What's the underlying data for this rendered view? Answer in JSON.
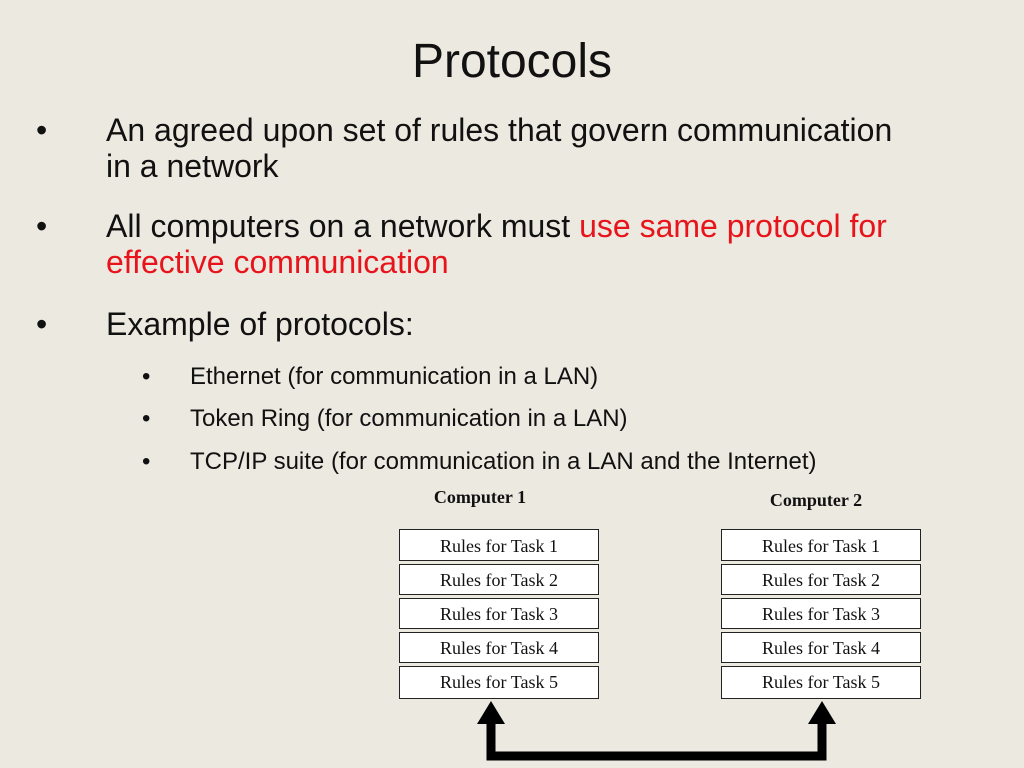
{
  "slide": {
    "title": "Protocols",
    "bullets": [
      {
        "text": "An agreed upon set of rules that govern communication in a network"
      },
      {
        "text_before": "All computers on a network must ",
        "text_highlight": "use same protocol for effective communication"
      },
      {
        "text": "Example of protocols:"
      }
    ],
    "sub_bullets": [
      "Ethernet (for communication in a LAN)",
      "Token Ring (for communication in a LAN)",
      "TCP/IP suite (for communication in a LAN and the Internet)"
    ],
    "bullet_glyph": "•",
    "highlight_color": "#e8141b"
  },
  "diagram": {
    "computers": [
      {
        "label": "Computer 1",
        "rules": [
          "Rules for Task 1",
          "Rules for Task 2",
          "Rules for Task 3",
          "Rules for Task 4",
          "Rules for Task 5"
        ]
      },
      {
        "label": "Computer 2",
        "rules": [
          "Rules for Task 1",
          "Rules for Task 2",
          "Rules for Task 3",
          "Rules for Task 4",
          "Rules for Task 5"
        ]
      }
    ]
  }
}
